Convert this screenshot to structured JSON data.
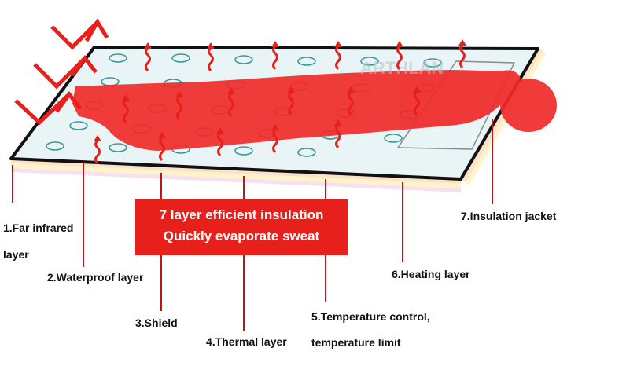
{
  "banner": {
    "line1": "7 layer efficient insulation",
    "line2": "Quickly evaporate sweat"
  },
  "labels": {
    "far_infrared_1": "1.Far infrared",
    "far_infrared_2": "layer",
    "waterproof": "2.Waterproof layer",
    "shield": "3.Shield",
    "thermal": "4.Thermal layer",
    "temp_control_1": "5.Temperature control,",
    "temp_control_2": "temperature limit",
    "heating": "6.Heating layer",
    "insulation_jacket": "7.Insulation jacket"
  },
  "watermark": "ARTHLAN",
  "colors": {
    "accent": "#e8201c",
    "body": "#f02a2a",
    "leader": "#c0141a",
    "dots": "#3a9a9a",
    "mat_top": "#e9f4f6",
    "frame": "#111111"
  }
}
